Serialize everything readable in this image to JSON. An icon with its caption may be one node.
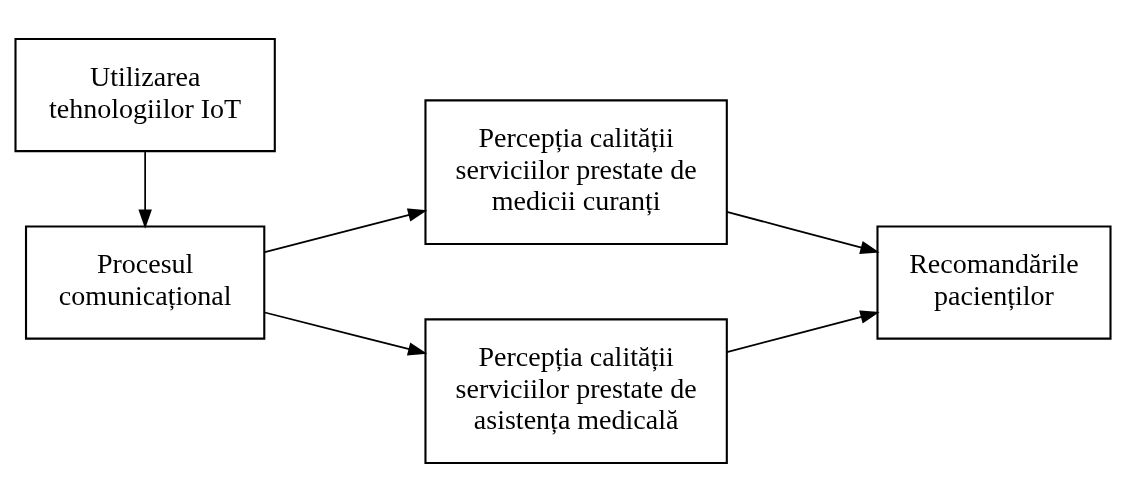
{
  "diagram": {
    "nodes": [
      {
        "text": [
          "Procesul comunicațional"
        ]
      },
      {
        "text": [
          "Percepția calității serviciilor prestate de medicii curanți"
        ]
      },
      {
        "text": [
          "Percepția calității serviciilor prestate de asistența medicală"
        ]
      },
      {
        "text": [
          "Recomandările pacienților"
        ]
      },
      {
        "text": [
          "Utilizarea tehnologiilor IoT"
        ]
      }
    ],
    "edges": [
      {
        "from": 4,
        "to": 0,
        "arrow": "to"
      },
      {
        "from": 0,
        "to": 1,
        "arrow": "to"
      },
      {
        "from": 0,
        "to": 2,
        "arrow": "to"
      },
      {
        "from": 1,
        "to": 3,
        "arrow": "to"
      },
      {
        "from": 2,
        "to": 3,
        "arrow": "to"
      }
    ]
  }
}
